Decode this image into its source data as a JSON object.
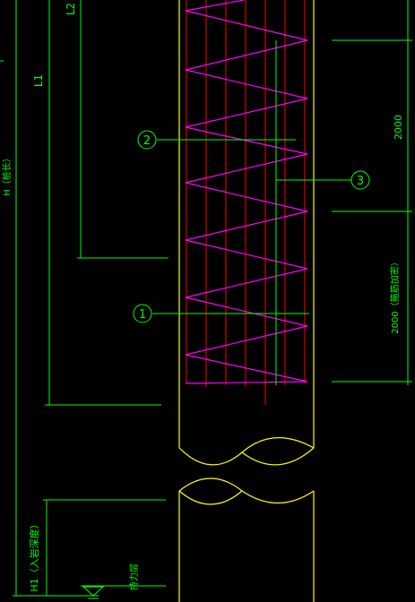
{
  "labels": {
    "total_height": "H（桩长）",
    "l1": "L1",
    "l2": "L2",
    "h1": "H1（入岩深度）",
    "bearing_layer": "持力层",
    "dim_top": "2000",
    "dim_mid": "2000（箍筋加密）"
  },
  "callouts": [
    "1",
    "2",
    "3"
  ],
  "colors": {
    "background": "#000000",
    "dimension": "#00FF00",
    "pile_outline": "#FFFF00",
    "longitudinal_bar": "#FF0000",
    "spiral_stirrup": "#FF00FF"
  }
}
